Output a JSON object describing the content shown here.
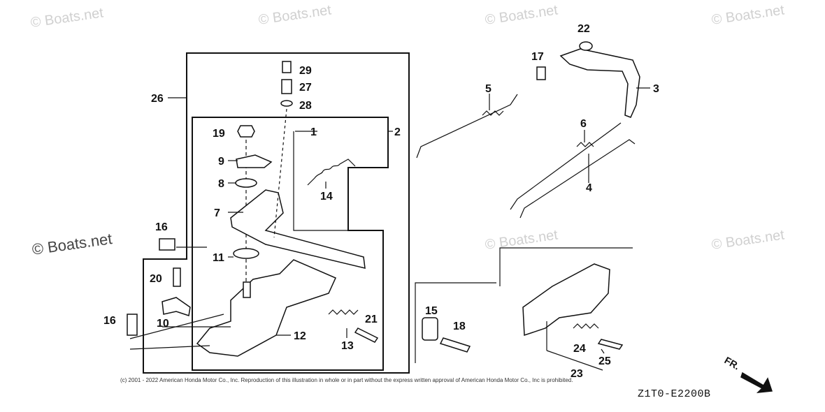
{
  "watermarks": [
    "© Boats.net",
    "© Boats.net",
    "© Boats.net",
    "© Boats.net",
    "© Boats.net",
    "© Boats.net",
    "© Boats.net"
  ],
  "copyright": "(c) 2001 - 2022 American Honda Motor Co., Inc. Reproduction of this illustration in whole or in part without the express written approval of American Honda Motor Co., Inc is prohibited.",
  "diagram_code": "Z1T0-E2200B",
  "direction_label": "FR.",
  "callouts": [
    "1",
    "2",
    "3",
    "4",
    "5",
    "6",
    "7",
    "8",
    "9",
    "10",
    "11",
    "12",
    "13",
    "14",
    "15",
    "16",
    "16",
    "17",
    "18",
    "19",
    "20",
    "21",
    "22",
    "23",
    "24",
    "25",
    "26",
    "27",
    "28",
    "29"
  ]
}
